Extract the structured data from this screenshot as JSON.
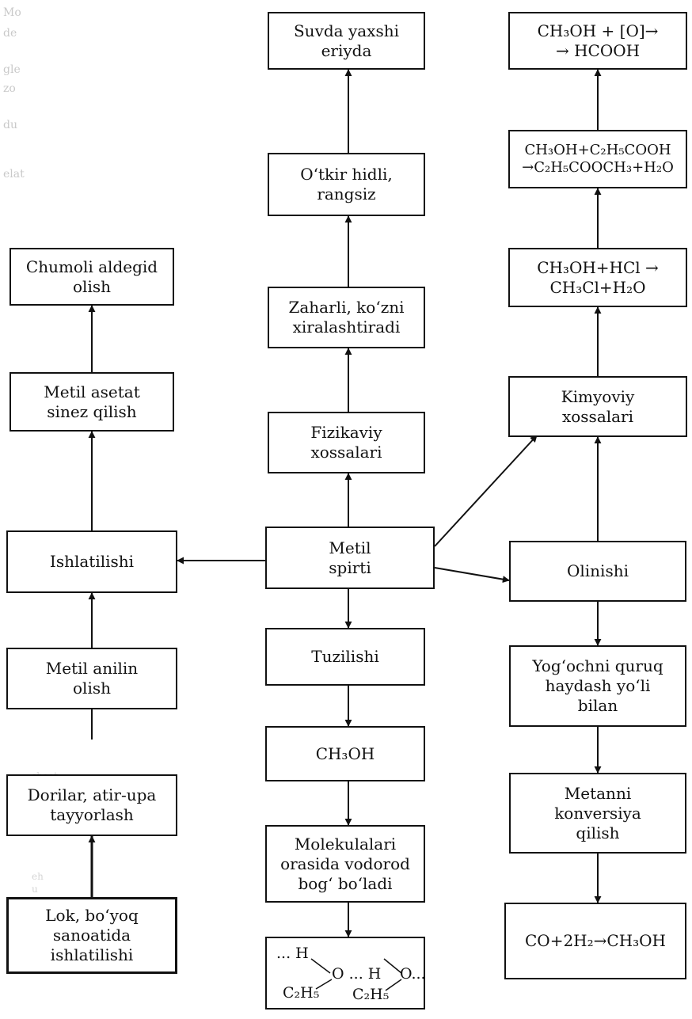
{
  "center": {
    "line1": "Metil",
    "line2": "spirti"
  },
  "left": {
    "ishlatilishi": "Ishlatilishi",
    "chumoli": {
      "line1": "Chumoli aldegid",
      "line2": "olish"
    },
    "asetat": {
      "line1": "Metil asetat",
      "line2": "sinez qilish"
    },
    "anilin": {
      "line1": "Metil anilin",
      "line2": "olish"
    },
    "dorilar": {
      "line1": "Dorilar, atir-upa",
      "line2": "tayyorlash"
    },
    "lok": {
      "line1": "Lok, bo‘yoq",
      "line2": "sanoatida",
      "line3": "ishlatilishi"
    }
  },
  "middle": {
    "suvda": {
      "line1": "Suvda yaxshi",
      "line2": "eriyda"
    },
    "otkir": {
      "line1": "O‘tkir hidli,",
      "line2": "rangsiz"
    },
    "zaharli": {
      "line1": "Zaharli, ko‘zni",
      "line2": "xiralashtiradi"
    },
    "fizikaviy": {
      "line1": "Fizikaviy",
      "line2": "xossalari"
    },
    "tuzilishi": "Tuzilishi",
    "molekulalari": {
      "line1": "Molekulalari",
      "line2": "orasida vodorod",
      "line3": "bog‘ bo‘ladi"
    },
    "hbond": {
      "top_left": "... H",
      "o1": "O ... H",
      "o2": "O...",
      "ethyl1": "C₂H₅",
      "ethyl2": "C₂H₅"
    }
  },
  "right": {
    "r1": {
      "line1": "CH₃OH + [O]→",
      "line2": "→ HCOOH"
    },
    "r2": {
      "line1": "CH₃OH+C₂H₅COOH",
      "line2": "→C₂H₅COOCH₃+H₂O"
    },
    "r3": {
      "line1": "CH₃OH+HCl →",
      "line2": "CH₃Cl+H₂O"
    },
    "kimyoviy": {
      "line1": "Kimyoviy",
      "line2": "xossalari"
    },
    "olinishi": "Olinishi",
    "yogoch": {
      "line1": "Yog‘ochni quruq",
      "line2": "haydash yo‘li",
      "line3": "bilan"
    },
    "metanni": {
      "line1": "Metanni",
      "line2": "konversiya",
      "line3": "qilish"
    },
    "co": "CO+2H₂→CH₃OH"
  },
  "ch3oh_box": "CH₃OH",
  "faint_text": [
    "Mo",
    "de",
    "gle",
    "zo",
    "du",
    "elat"
  ],
  "bleed_text": [
    "sheet",
    "ifer",
    "eh",
    "u"
  ]
}
